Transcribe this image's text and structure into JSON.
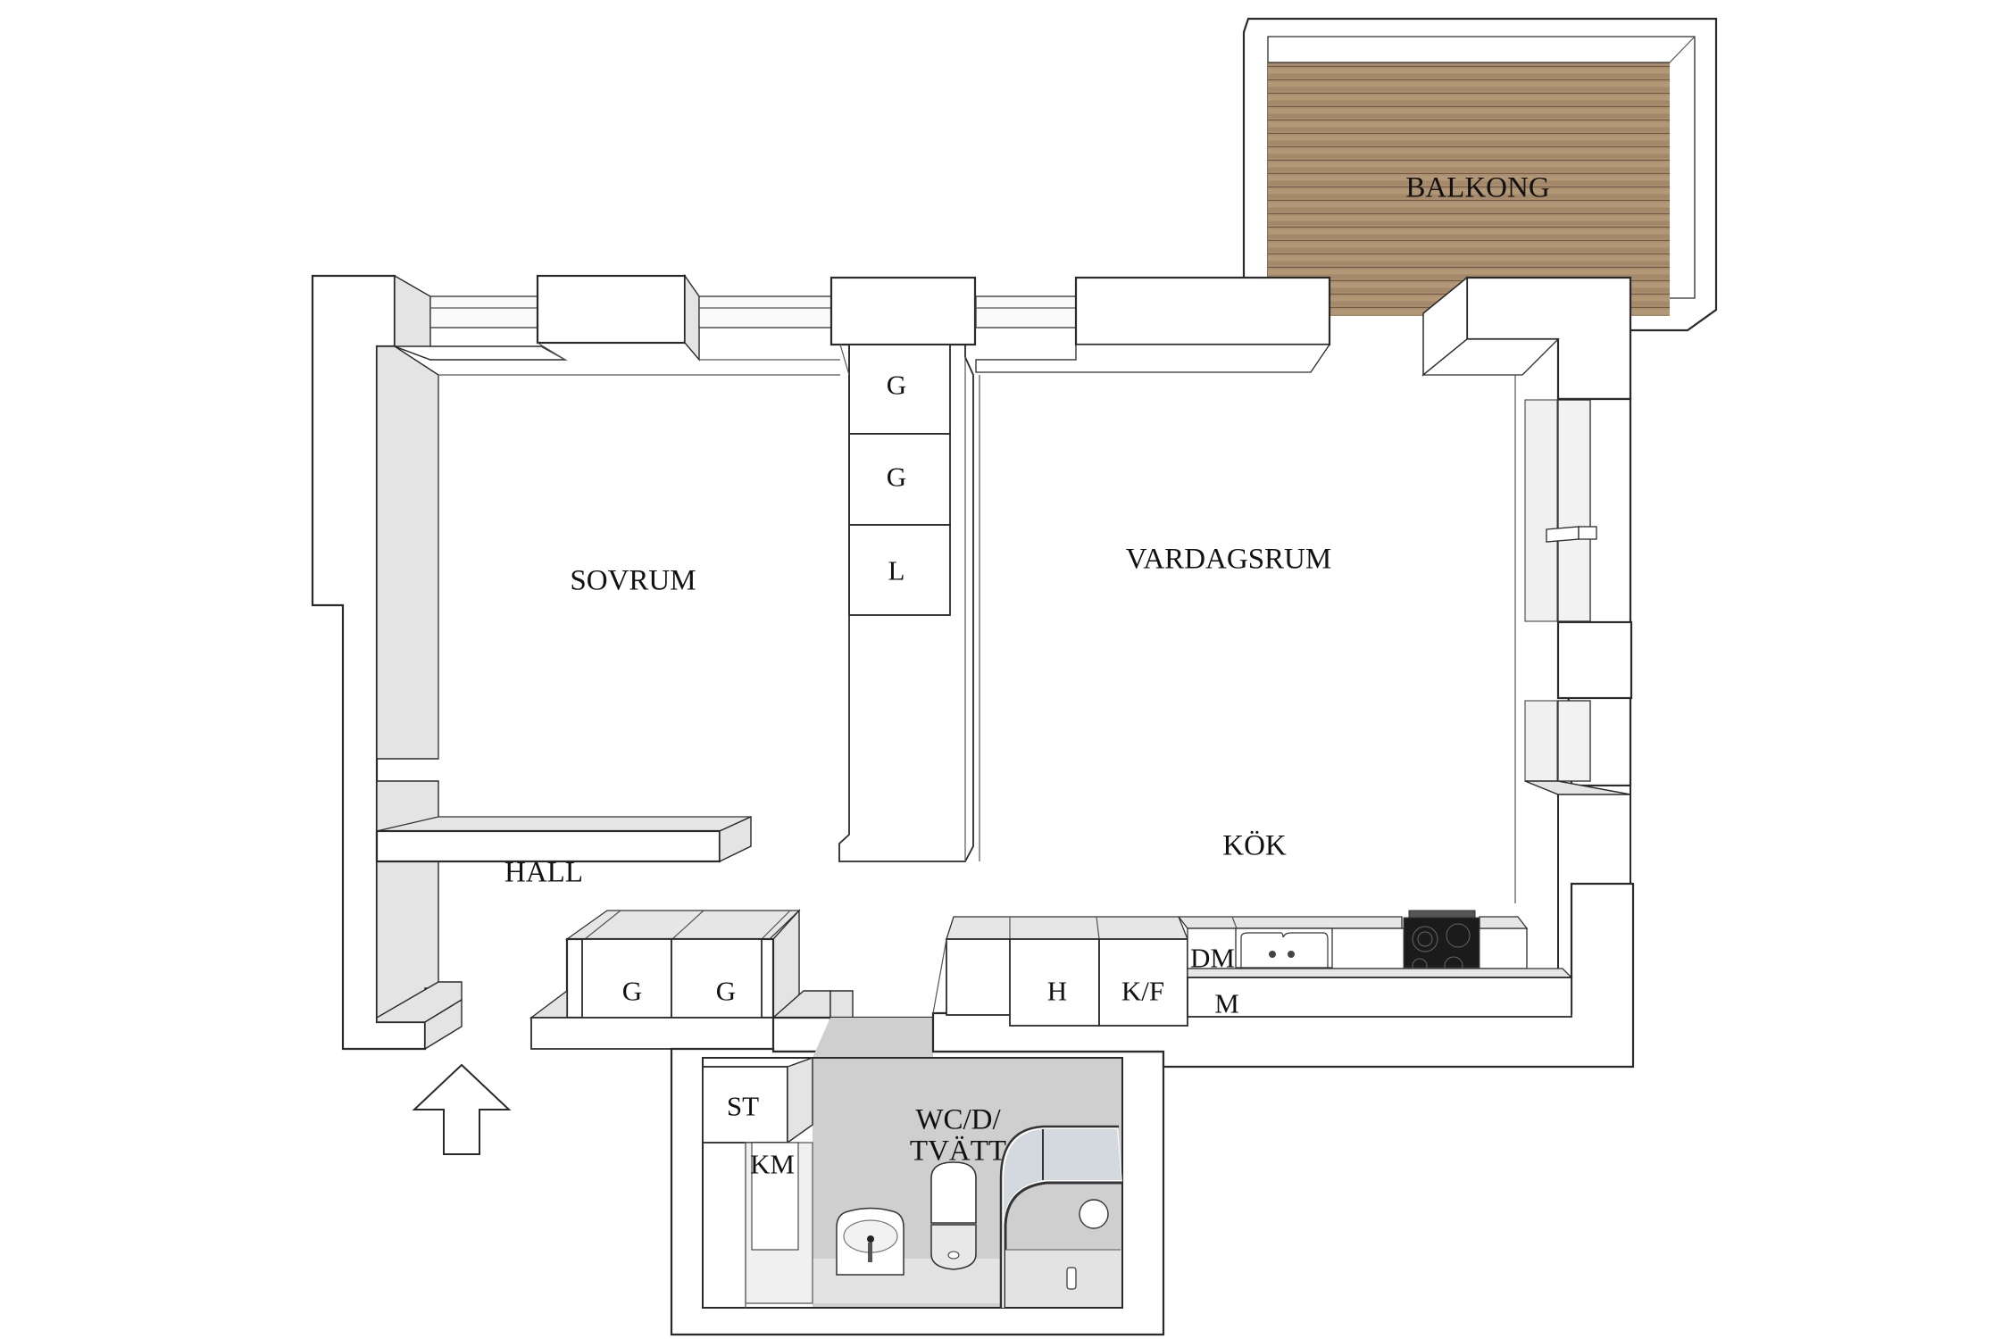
{
  "plan": {
    "rooms": [
      {
        "id": "balkong",
        "label": "BALKONG"
      },
      {
        "id": "sovrum",
        "label": "SOVRUM"
      },
      {
        "id": "vardagsrum",
        "label": "VARDAGSRUM"
      },
      {
        "id": "kok",
        "label": "KÖK"
      },
      {
        "id": "hall",
        "label": "HALL"
      },
      {
        "id": "wc",
        "label": "WC/D/\nTVÄTT",
        "lines": [
          "WC/D/",
          "TVÄTT"
        ]
      }
    ],
    "fixtures": [
      {
        "id": "wardrobe-1",
        "label": "G"
      },
      {
        "id": "wardrobe-2",
        "label": "G"
      },
      {
        "id": "linen-closet",
        "label": "L"
      },
      {
        "id": "hall-wardrobe-1",
        "label": "G"
      },
      {
        "id": "hall-wardrobe-2",
        "label": "G"
      },
      {
        "id": "fan",
        "label": "H"
      },
      {
        "id": "fridge-freezer",
        "label": "K/F"
      },
      {
        "id": "dishwasher",
        "label": "DM"
      },
      {
        "id": "microwave",
        "label": "M"
      },
      {
        "id": "drying-cabinet",
        "label": "ST"
      },
      {
        "id": "washing-machine",
        "label": "KM"
      }
    ],
    "entrance_arrow": "arrow-up-icon",
    "colors": {
      "wall_stroke": "#2a2a2a",
      "wall_shade": "#e4e4e4",
      "bath_floor": "#cfcfcf",
      "balcony_wood": "#a98d6c",
      "hob": "#1b1b1b"
    }
  }
}
